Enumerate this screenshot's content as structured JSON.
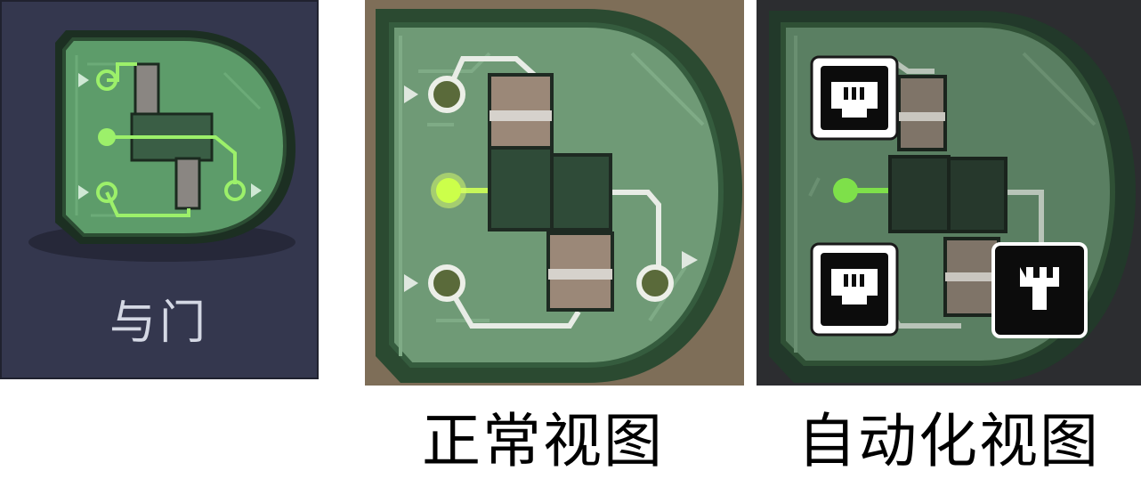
{
  "menu_item": {
    "label": "与门",
    "icon": "and-gate-icon"
  },
  "views": [
    {
      "caption": "正常视图",
      "mode": "normal"
    },
    {
      "caption": "自动化视图",
      "mode": "automation"
    }
  ],
  "colors": {
    "menu_bg": "#34374e",
    "gate_body": "#6f9a76",
    "gate_border": "#2f5537",
    "signal_active": "#b9f05a",
    "port_green": "#7ee04a"
  }
}
